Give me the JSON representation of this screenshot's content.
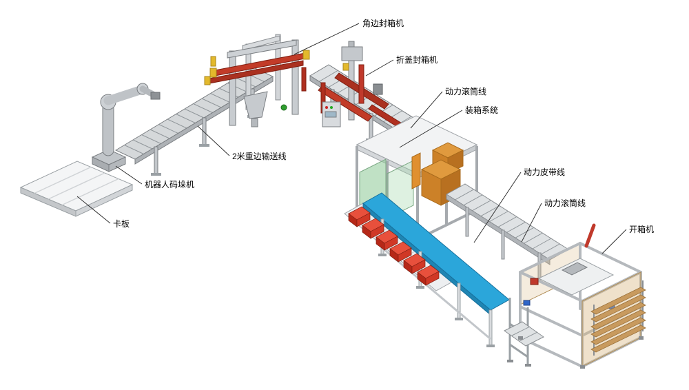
{
  "labels": [
    {
      "id": "corner-edge-sealer",
      "text": "角边封箱机"
    },
    {
      "id": "flap-fold-sealer",
      "text": "折盖封箱机"
    },
    {
      "id": "power-roller-line-top",
      "text": "动力滚筒线"
    },
    {
      "id": "case-packing-system",
      "text": "装箱系统"
    },
    {
      "id": "power-belt-line",
      "text": "动力皮带线"
    },
    {
      "id": "power-roller-line-right",
      "text": "动力滚筒线"
    },
    {
      "id": "carton-erector",
      "text": "开箱机"
    },
    {
      "id": "heavy-edge-conveyor",
      "text": "2米重边输送线"
    },
    {
      "id": "robot-palletizer",
      "text": "机器人码垛机"
    },
    {
      "id": "pallet",
      "text": "卡板"
    }
  ],
  "palette": {
    "machine_red": "#c23b28",
    "belt_blue": "#2ba6da",
    "carton_orange": "#d4862a",
    "product_red": "#d03826",
    "guard_tan": "#d8b47a",
    "panel_green": "#bfe0bf",
    "metal_gray": "#c8ccd0",
    "leader_line": "#333333",
    "label_text": "#000000"
  }
}
